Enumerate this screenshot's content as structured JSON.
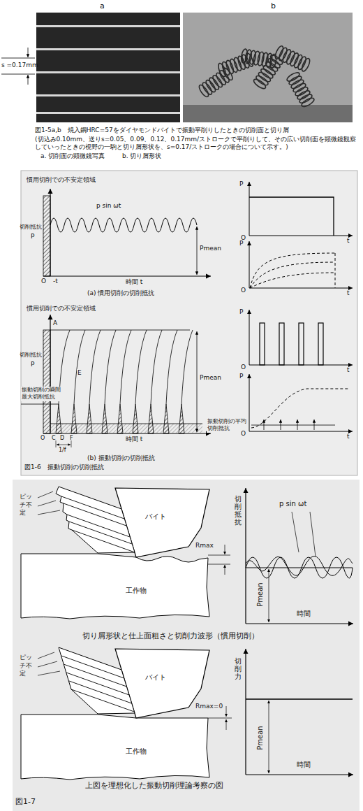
{
  "diagram": {
    "labels": [
      "a",
      "b",
      "s =0.17mm",
      "図1-5a,b　焼入鋼HRC=57をダイヤモンドバイトで振動平削りしたときの切削面と切り屑",
      "(切込み0.10mm、送りs=0.05、0.09、0.12、0.17mm/ストロークで平削りして、その広い切削面を顕微鏡観察していったときの視野の一駒と切り屑形状を、s=0.17/ストロークの場合について示す。)",
      "a. 切削面の顕微鏡写真",
      "b. 切り屑形状",
      "慣用切削での不安定領域",
      "p sin ωt",
      "切削抵抗",
      "P",
      "Pmean",
      "O",
      "-t",
      "時間 t",
      "(a) 慣用切削の切削抵抗",
      "P",
      "O",
      "t",
      "P",
      "O",
      "t",
      "慣用切削での不安定領域",
      "A",
      "切削抵抗",
      "P",
      "振動切削の瞬間最大切削抵抗",
      "E",
      "Pmean",
      "振動切削の平均切削抵抗",
      "O",
      "C",
      "D",
      "F",
      "1/f",
      "時間 t",
      "(b) 振動切削の切削抵抗",
      "P",
      "O",
      "t",
      "P",
      "O",
      "t",
      "図1-6　振動切削の切削抵抗",
      "ピッチ不定",
      "バイト",
      "Rmax",
      "工作物",
      "切削抵抗",
      "p sin ωt",
      "Pmean",
      "時間",
      "切り屑形状と仕上面粗さと切削力波形（慣用切削）",
      "ピッチ不定",
      "バイト",
      "Rmax=0",
      "工作物",
      "切削力",
      "Pmean",
      "時間",
      "上図を理想化した振動切削理論考察の図",
      "図1-7"
    ]
  }
}
